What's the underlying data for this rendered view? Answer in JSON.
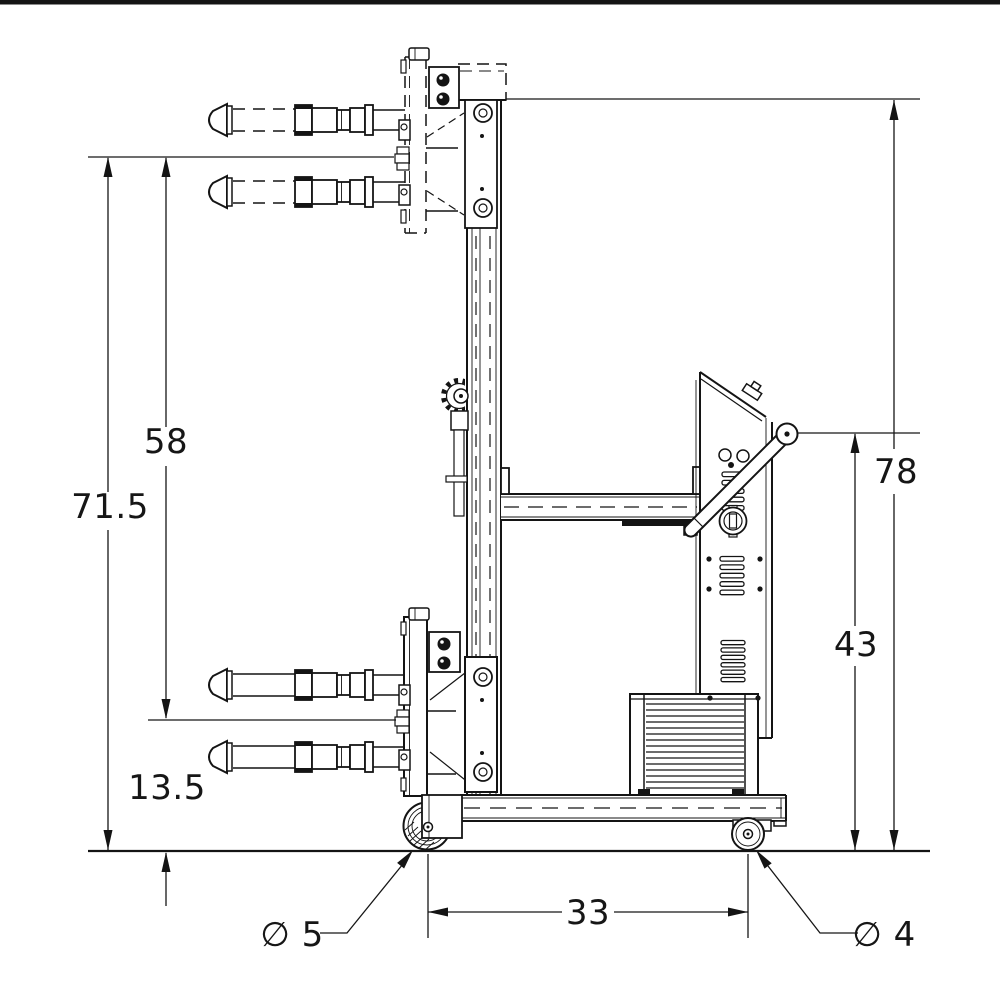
{
  "drawing": {
    "colors": {
      "ink": "#141414",
      "background": "#ffffff"
    },
    "dims": {
      "left_outer": "71.5",
      "left_mid": "58",
      "left_lower": "13.5",
      "right_outer": "78",
      "right_inner": "43",
      "wheelbase": "33",
      "front_caster": "∅ 5",
      "rear_caster": "∅ 4"
    }
  }
}
